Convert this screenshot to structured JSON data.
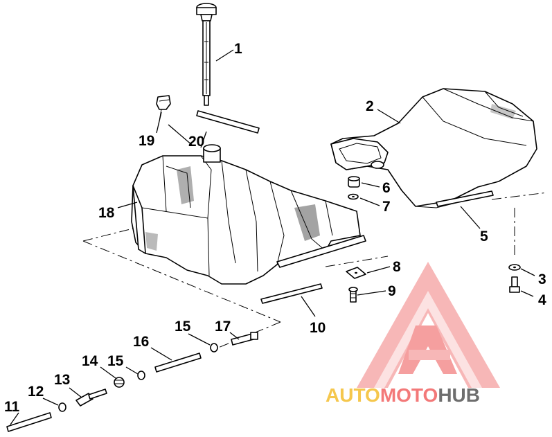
{
  "callouts": [
    {
      "id": "1",
      "label": "1"
    },
    {
      "id": "2",
      "label": "2"
    },
    {
      "id": "3",
      "label": "3"
    },
    {
      "id": "4",
      "label": "4"
    },
    {
      "id": "5",
      "label": "5"
    },
    {
      "id": "6",
      "label": "6"
    },
    {
      "id": "7",
      "label": "7"
    },
    {
      "id": "8",
      "label": "8"
    },
    {
      "id": "9",
      "label": "9"
    },
    {
      "id": "10",
      "label": "10"
    },
    {
      "id": "11",
      "label": "11"
    },
    {
      "id": "12",
      "label": "12"
    },
    {
      "id": "13",
      "label": "13"
    },
    {
      "id": "14",
      "label": "14"
    },
    {
      "id": "15a",
      "label": "15"
    },
    {
      "id": "15b",
      "label": "15"
    },
    {
      "id": "16",
      "label": "16"
    },
    {
      "id": "17",
      "label": "17"
    },
    {
      "id": "18",
      "label": "18"
    },
    {
      "id": "19",
      "label": "19"
    },
    {
      "id": "20",
      "label": "20"
    }
  ],
  "watermark": {
    "part1": "AUTO",
    "part2": "MOTO",
    "part3": "HUB",
    "colors": {
      "auto": "#f5c23a",
      "moto": "#f26b6b",
      "hub": "#555555",
      "logo": "#f26b6b"
    }
  }
}
